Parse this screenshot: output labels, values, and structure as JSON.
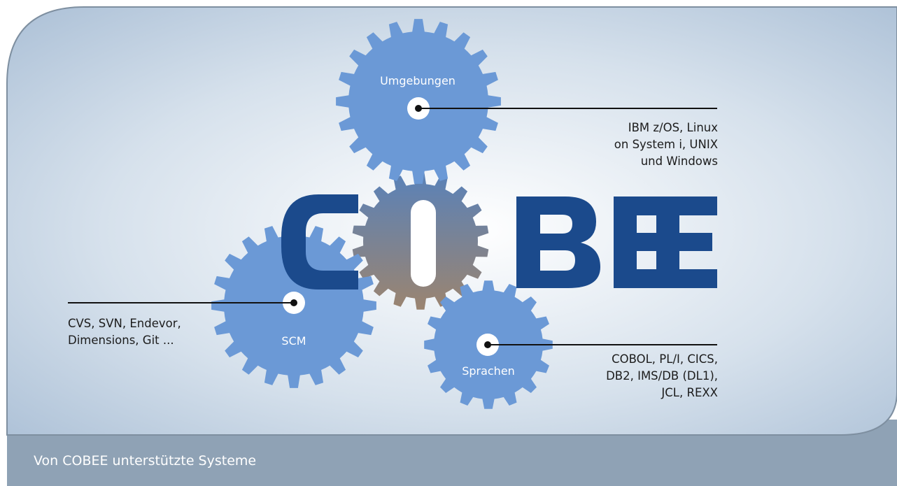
{
  "logo": {
    "text": "COBEE",
    "color": "#1b4a8c"
  },
  "gears": {
    "top": {
      "label": "Umgebungen"
    },
    "left": {
      "label": "SCM"
    },
    "right": {
      "label": "Sprachen"
    }
  },
  "notes": {
    "environments": [
      "IBM z/OS, Linux",
      "on System i, UNIX",
      "und Windows"
    ],
    "scm": [
      "CVS, SVN, Endevor,",
      "Dimensions, Git ..."
    ],
    "languages": [
      "COBOL, PL/I, CICS,",
      "DB2, IMS/DB (DL1),",
      "JCL, REXX"
    ]
  },
  "caption": "Von COBEE unterstützte Systeme",
  "colors": {
    "gear": "#6b99d6",
    "center_gear_top": "#5a82b8",
    "center_gear_bottom": "#9b8470",
    "panel_bg": "#b9cbde",
    "caption_bar": "#8fa2b5"
  }
}
